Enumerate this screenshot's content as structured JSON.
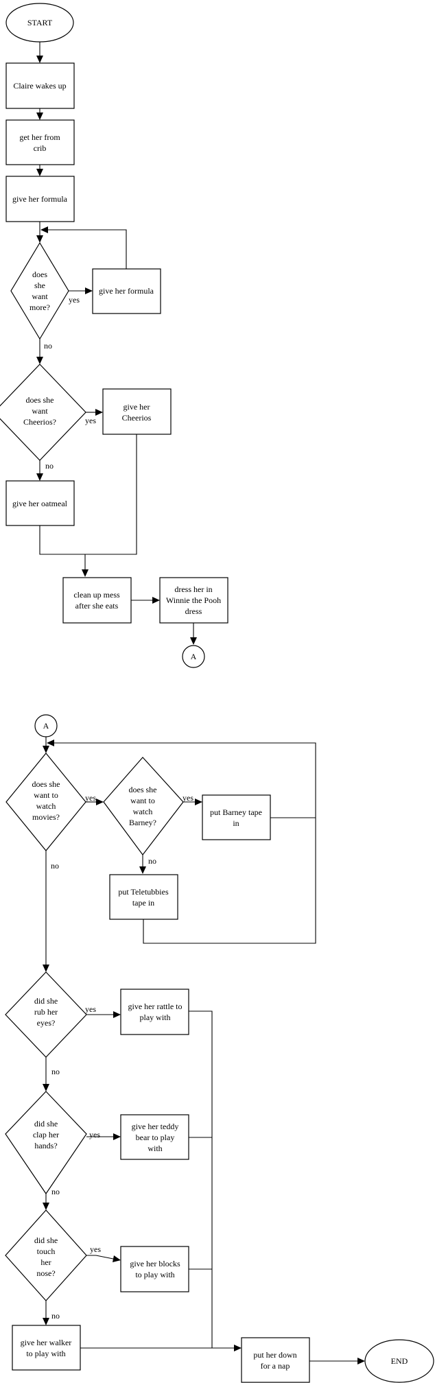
{
  "flowchart": {
    "start": "START",
    "end": "END",
    "connector": "A",
    "page1": {
      "wakes_up": "Claire wakes up",
      "get_from_crib": [
        "get her from",
        "crib"
      ],
      "give_formula": "give her formula",
      "want_more": [
        "does",
        "she",
        "want",
        "more?"
      ],
      "give_formula_again": "give her formula",
      "want_cheerios": [
        "does she",
        "want",
        "Cheerios?"
      ],
      "give_cheerios": [
        "give her",
        "Cheerios"
      ],
      "give_oatmeal": "give her oatmeal",
      "clean_up": [
        "clean up mess",
        "after she eats"
      ],
      "dress": [
        "dress her in",
        "Winnie the Pooh",
        "dress"
      ]
    },
    "page2": {
      "want_movies": [
        "does she",
        "want to",
        "watch",
        "movies?"
      ],
      "want_barney": [
        "does she",
        "want to",
        "watch",
        "Barney?"
      ],
      "barney_tape": [
        "put Barney tape",
        "in"
      ],
      "teletubbies_tape": [
        "put Teletubbies",
        "tape in"
      ],
      "rub_eyes": [
        "did she",
        "rub her",
        "eyes?"
      ],
      "rattle": [
        "give her rattle to",
        "play with"
      ],
      "clap_hands": [
        "did she",
        "clap her",
        "hands?"
      ],
      "teddy": [
        "give her teddy",
        "bear to play",
        "with"
      ],
      "touch_nose": [
        "did she",
        "touch",
        "her",
        "nose?"
      ],
      "blocks": [
        "give her blocks",
        "to play with"
      ],
      "walker": [
        "give her walker",
        "to play with"
      ],
      "nap": [
        "put her down",
        "for a nap"
      ]
    },
    "labels": {
      "yes": "yes",
      "no": "no"
    }
  }
}
